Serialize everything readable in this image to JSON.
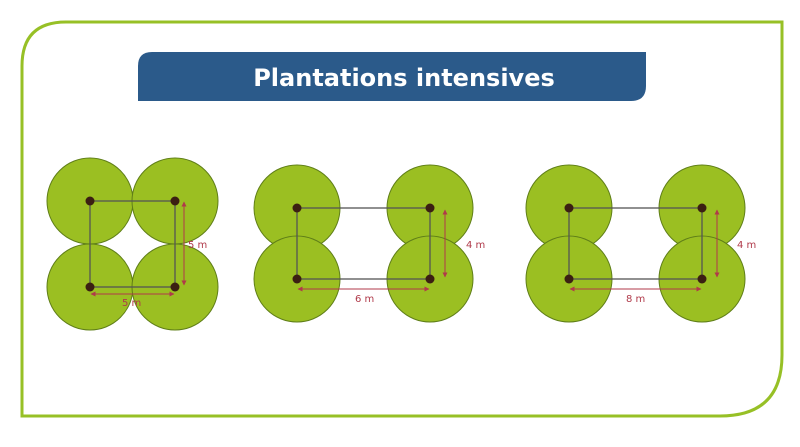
{
  "title": "Plantations intensives",
  "colors": {
    "frame": "#97c026",
    "banner": "#2b5a8a",
    "tree": "#9bbf22",
    "tree_outline": "#5f7e18",
    "trunk": "#3b1f12",
    "link_line": "#555555",
    "dimension": "#b03a4a"
  },
  "layouts": [
    {
      "spacing_x_label": "5 m",
      "spacing_y_label": "5 m"
    },
    {
      "spacing_x_label": "6 m",
      "spacing_y_label": "4 m"
    },
    {
      "spacing_x_label": "8 m",
      "spacing_y_label": "4 m"
    }
  ]
}
